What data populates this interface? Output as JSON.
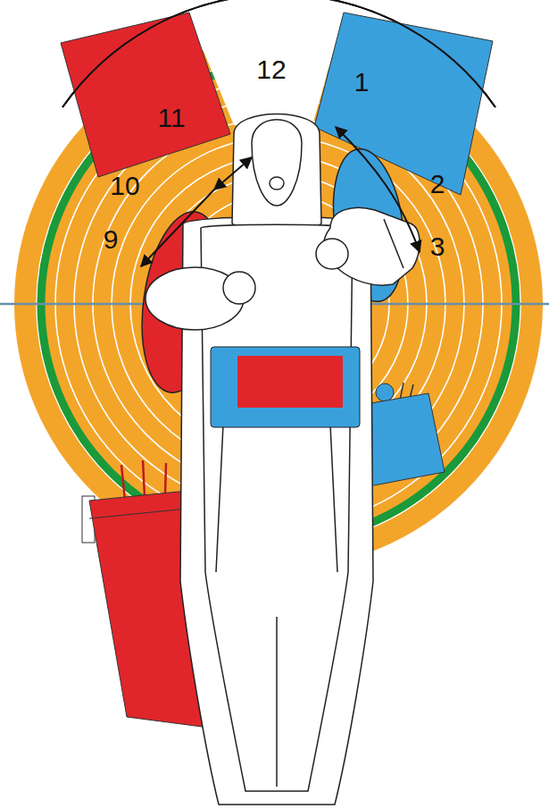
{
  "diagram": {
    "labels": [
      "12",
      "11",
      "1",
      "10",
      "2",
      "9",
      "3"
    ]
  }
}
